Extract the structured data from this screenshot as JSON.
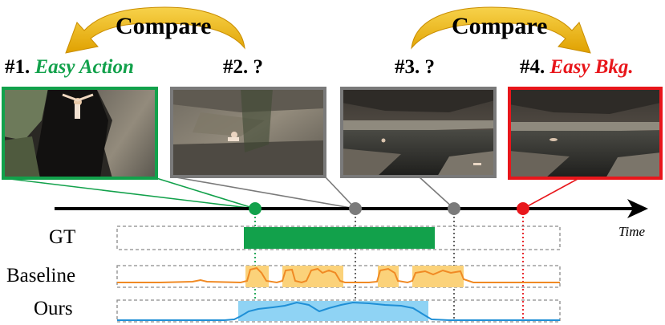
{
  "compare_left": "Compare",
  "compare_right": "Compare",
  "frames": [
    {
      "prefix": "#1.",
      "suffix": "Easy Action",
      "border_color": "#12a14b",
      "suffix_color": "#12a14b"
    },
    {
      "prefix": "#2. ?",
      "suffix": "",
      "border_color": "#7a7a7a",
      "suffix_color": "#000000"
    },
    {
      "prefix": "#3. ?",
      "suffix": "",
      "border_color": "#7a7a7a",
      "suffix_color": "#000000"
    },
    {
      "prefix": "#4.",
      "suffix": "Easy Bkg.",
      "border_color": "#e8161b",
      "suffix_color": "#e8161b"
    }
  ],
  "time_label": "Time",
  "rows": {
    "gt": "GT",
    "baseline": "Baseline",
    "ours": "Ours"
  },
  "colors": {
    "green": "#12a14b",
    "gray": "#7a7a7a",
    "red": "#e8161b",
    "arrow_gold": "#f2b705",
    "baseline_fill": "#fbd27a",
    "baseline_line": "#f08a24",
    "ours_fill": "#8fd3f4",
    "ours_line": "#1f8fd6"
  }
}
